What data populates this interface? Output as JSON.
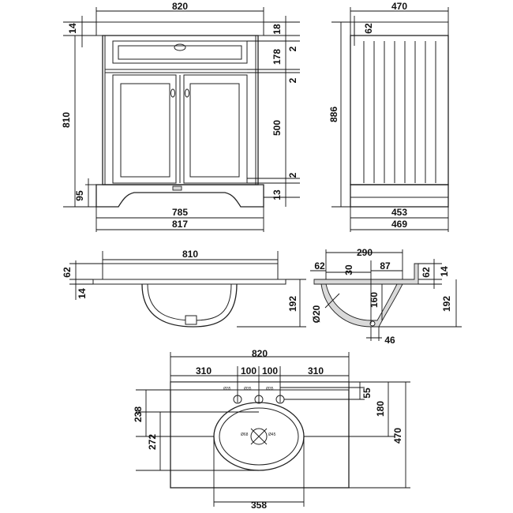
{
  "front_view": {
    "width_top": "820",
    "top_thickness": "14",
    "overall_height": "810",
    "plinth_height": "95",
    "width_plinth": "785",
    "width_body": "817",
    "right_dims": [
      "18",
      "2",
      "178",
      "2",
      "500",
      "2",
      "13"
    ]
  },
  "side_view": {
    "depth_top": "470",
    "upstand": "62",
    "overall_height": "886",
    "depth_plinth": "453",
    "depth_body": "469"
  },
  "basin_front": {
    "width": "810",
    "upstand": "62",
    "top_thickness": "14",
    "bowl_depth": "192"
  },
  "basin_section": {
    "width": "290",
    "upstand_left": "62",
    "dim_30": "30",
    "dim_87": "87",
    "dim_160": "160",
    "waste_dia": "Ø20",
    "dim_46": "46",
    "right_upstand": "62",
    "right_thickness": "14",
    "bowl_depth": "192"
  },
  "basin_plan": {
    "overall_width": "820",
    "segments": [
      "310",
      "100",
      "100",
      "310"
    ],
    "tap_hole_label": "Ø35",
    "waste_hole_labels": [
      "Ø68",
      "Ø45"
    ],
    "dim_55": "55",
    "dim_180": "180",
    "overall_depth": "470",
    "dim_238": "238",
    "dim_272": "272",
    "bowl_width": "358"
  }
}
